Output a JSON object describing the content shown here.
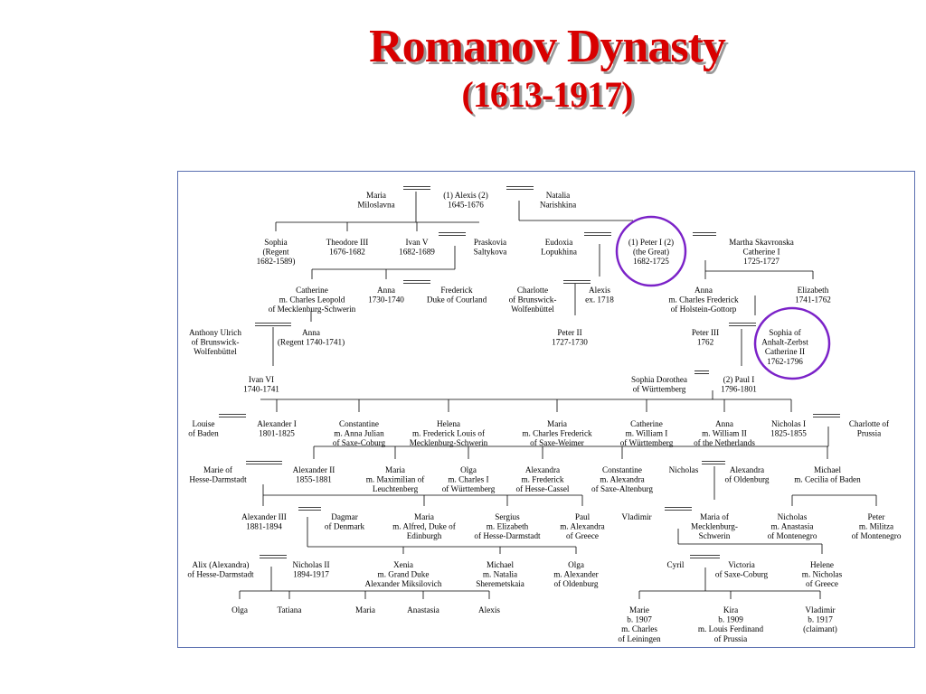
{
  "title": "Romanov Dynasty",
  "subtitle": "(1613-1917)",
  "colors": {
    "title": "#d80000",
    "ruler": "#d80000",
    "frame": "#5a6fb0",
    "highlight": "#7b22c8"
  },
  "nodes": [
    {
      "id": "maria_m",
      "lines": [
        {
          "t": "Maria"
        },
        {
          "t": "Miloslavna"
        }
      ]
    },
    {
      "id": "alexis",
      "lines": [
        {
          "t": "(1)  "
        },
        {
          "t": "Alexis",
          "r": 1
        },
        {
          "t": "  (2)"
        },
        {
          "t": "1645-1676"
        }
      ]
    },
    {
      "id": "natalia",
      "lines": [
        {
          "t": "Natalia"
        },
        {
          "t": "Narishkina"
        }
      ]
    },
    {
      "id": "sophia",
      "lines": [
        {
          "t": "Sophia"
        },
        {
          "t": "(Regent"
        },
        {
          "t": "1682-1589)"
        }
      ]
    },
    {
      "id": "theodore",
      "lines": [
        {
          "t": "Theodore III",
          "r": 1
        },
        {
          "t": "1676-1682"
        }
      ]
    },
    {
      "id": "ivanv",
      "lines": [
        {
          "t": "Ivan V",
          "r": 1
        },
        {
          "t": "1682-1689"
        }
      ]
    },
    {
      "id": "praskovia",
      "lines": [
        {
          "t": "Praskovia"
        },
        {
          "t": "Saltykova"
        }
      ]
    },
    {
      "id": "eudoxia",
      "lines": [
        {
          "t": "Eudoxia"
        },
        {
          "t": "Lopukhina"
        }
      ]
    },
    {
      "id": "peter1",
      "lines": [
        {
          "t": "(1)  "
        },
        {
          "t": "Peter I",
          "r": 1
        },
        {
          "t": "  (2)"
        },
        {
          "t": "(the Great)"
        },
        {
          "t": "1682-1725"
        }
      ]
    },
    {
      "id": "martha",
      "lines": [
        {
          "t": "Martha Skavronska"
        },
        {
          "t": "Catherine I",
          "r": 1
        },
        {
          "t": "1725-1727"
        }
      ]
    },
    {
      "id": "catherine_i",
      "lines": [
        {
          "t": "Catherine"
        },
        {
          "t": "m. Charles Leopold"
        },
        {
          "t": "of Mecklenburg-Schwerin"
        }
      ]
    },
    {
      "id": "anna_r",
      "lines": [
        {
          "t": "Anna",
          "r": 1
        },
        {
          "t": "1730-1740"
        }
      ]
    },
    {
      "id": "frederick",
      "lines": [
        {
          "t": "Frederick"
        },
        {
          "t": "Duke of Courland"
        }
      ]
    },
    {
      "id": "charlotte_b",
      "lines": [
        {
          "t": "Charlotte"
        },
        {
          "t": "of Brunswick-"
        },
        {
          "t": "Wolfenbüttel"
        }
      ]
    },
    {
      "id": "alexis_p",
      "lines": [
        {
          "t": "Alexis"
        },
        {
          "t": "ex. 1718"
        }
      ]
    },
    {
      "id": "anna_p",
      "lines": [
        {
          "t": "Anna"
        },
        {
          "t": "m. Charles Frederick"
        },
        {
          "t": "of Holstein-Gottorp"
        }
      ]
    },
    {
      "id": "elizabeth",
      "lines": [
        {
          "t": "Elizabeth",
          "r": 1
        },
        {
          "t": "1741-1762"
        }
      ]
    },
    {
      "id": "anthony",
      "lines": [
        {
          "t": "Anthony Ulrich"
        },
        {
          "t": "of Brunswick-"
        },
        {
          "t": "Wolfenbüttel"
        }
      ]
    },
    {
      "id": "anna_leo",
      "lines": [
        {
          "t": "Anna"
        },
        {
          "t": "(Regent 1740-1741)"
        }
      ]
    },
    {
      "id": "peter2",
      "lines": [
        {
          "t": "Peter II",
          "r": 1
        },
        {
          "t": "1727-1730"
        }
      ]
    },
    {
      "id": "peter3",
      "lines": [
        {
          "t": "Peter III",
          "r": 1
        },
        {
          "t": "1762"
        }
      ]
    },
    {
      "id": "sophia_az",
      "lines": [
        {
          "t": "Sophia of"
        },
        {
          "t": "Anhalt-Zerbst"
        },
        {
          "t": "Catherine II",
          "r": 1
        },
        {
          "t": "1762-1796"
        }
      ]
    },
    {
      "id": "ivan6",
      "lines": [
        {
          "t": "Ivan VI",
          "r": 1
        },
        {
          "t": "1740-1741"
        }
      ]
    },
    {
      "id": "sophia_d",
      "lines": [
        {
          "t": "Sophia Dorothea"
        },
        {
          "t": "of Württemberg"
        }
      ]
    },
    {
      "id": "paul1",
      "lines": [
        {
          "t": "(2)  "
        },
        {
          "t": "Paul I",
          "r": 1
        },
        {
          "t": "1796-1801"
        }
      ]
    },
    {
      "id": "louise",
      "lines": [
        {
          "t": "Louise"
        },
        {
          "t": "of Baden"
        }
      ]
    },
    {
      "id": "alex1",
      "lines": [
        {
          "t": "Alexander I",
          "r": 1
        },
        {
          "t": "1801-1825"
        }
      ]
    },
    {
      "id": "constantine",
      "lines": [
        {
          "t": "Constantine"
        },
        {
          "t": "m. Anna Julian"
        },
        {
          "t": "of Saxe-Coburg"
        }
      ]
    },
    {
      "id": "helena",
      "lines": [
        {
          "t": "Helena"
        },
        {
          "t": "m. Frederick Louis of"
        },
        {
          "t": "Mecklenburg-Schwerin"
        }
      ]
    },
    {
      "id": "maria_p",
      "lines": [
        {
          "t": "Maria"
        },
        {
          "t": "m. Charles Frederick"
        },
        {
          "t": "of Saxe-Weimer"
        }
      ]
    },
    {
      "id": "catherine_p",
      "lines": [
        {
          "t": "Catherine"
        },
        {
          "t": "m. William I"
        },
        {
          "t": "of Württemberg"
        }
      ]
    },
    {
      "id": "anna_pp",
      "lines": [
        {
          "t": "Anna"
        },
        {
          "t": "m. William II"
        },
        {
          "t": "of the Netherlands"
        }
      ]
    },
    {
      "id": "nicholas1",
      "lines": [
        {
          "t": "Nicholas I",
          "r": 1
        },
        {
          "t": "1825-1855"
        }
      ]
    },
    {
      "id": "charlotte_pr",
      "lines": [
        {
          "t": "Charlotte of"
        },
        {
          "t": "Prussia"
        }
      ]
    },
    {
      "id": "marie_hd",
      "lines": [
        {
          "t": "Marie of"
        },
        {
          "t": "Hesse-Darmstadt"
        }
      ]
    },
    {
      "id": "alex2",
      "lines": [
        {
          "t": "Alexander II",
          "r": 1
        },
        {
          "t": "1855-1881"
        }
      ]
    },
    {
      "id": "maria_n",
      "lines": [
        {
          "t": "Maria"
        },
        {
          "t": "m. Maximilian of"
        },
        {
          "t": "Leuchtenberg"
        }
      ]
    },
    {
      "id": "olga_n",
      "lines": [
        {
          "t": "Olga"
        },
        {
          "t": "m. Charles I"
        },
        {
          "t": "of Württemberg"
        }
      ]
    },
    {
      "id": "alexandra_n",
      "lines": [
        {
          "t": "Alexandra"
        },
        {
          "t": "m. Frederick"
        },
        {
          "t": "of Hesse-Cassel"
        }
      ]
    },
    {
      "id": "constantine_n",
      "lines": [
        {
          "t": "Constantine"
        },
        {
          "t": "m. Alexandra"
        },
        {
          "t": "of Saxe-Altenburg"
        }
      ]
    },
    {
      "id": "nicholas_n",
      "lines": [
        {
          "t": "Nicholas"
        }
      ]
    },
    {
      "id": "alexandra_o",
      "lines": [
        {
          "t": "Alexandra"
        },
        {
          "t": "of Oldenburg"
        }
      ]
    },
    {
      "id": "michael_n",
      "lines": [
        {
          "t": "Michael"
        },
        {
          "t": "m. Cecilia of Baden"
        }
      ]
    },
    {
      "id": "alex3",
      "lines": [
        {
          "t": "Alexander III",
          "r": 1
        },
        {
          "t": "1881-1894"
        }
      ]
    },
    {
      "id": "dagmar",
      "lines": [
        {
          "t": "Dagmar"
        },
        {
          "t": "of Denmark"
        }
      ]
    },
    {
      "id": "maria_a",
      "lines": [
        {
          "t": "Maria"
        },
        {
          "t": "m. Alfred, Duke of"
        },
        {
          "t": "Edinburgh"
        }
      ]
    },
    {
      "id": "sergius",
      "lines": [
        {
          "t": "Sergius"
        },
        {
          "t": "m. Elizabeth"
        },
        {
          "t": "of Hesse-Darmstadt"
        }
      ]
    },
    {
      "id": "paul_a",
      "lines": [
        {
          "t": "Paul"
        },
        {
          "t": "m. Alexandra"
        },
        {
          "t": "of Greece"
        }
      ]
    },
    {
      "id": "vladimir_a",
      "lines": [
        {
          "t": "Vladimir"
        }
      ]
    },
    {
      "id": "maria_mk",
      "lines": [
        {
          "t": "Maria of"
        },
        {
          "t": "Mecklenburg-"
        },
        {
          "t": "Schwerin"
        }
      ]
    },
    {
      "id": "nicholas_an",
      "lines": [
        {
          "t": "Nicholas"
        },
        {
          "t": "m. Anastasia"
        },
        {
          "t": "of Montenegro"
        }
      ]
    },
    {
      "id": "peter_mi",
      "lines": [
        {
          "t": "Peter"
        },
        {
          "t": "m. Militza"
        },
        {
          "t": "of Montenegro"
        }
      ]
    },
    {
      "id": "alix",
      "lines": [
        {
          "t": "Alix (Alexandra)"
        },
        {
          "t": "of Hesse-Darmstadt"
        }
      ]
    },
    {
      "id": "nicholas2",
      "lines": [
        {
          "t": "Nicholas II",
          "r": 1
        },
        {
          "t": "1894-1917"
        }
      ]
    },
    {
      "id": "xenia",
      "lines": [
        {
          "t": "Xenia"
        },
        {
          "t": "m. Grand Duke"
        },
        {
          "t": "Alexander Miksilovich"
        }
      ]
    },
    {
      "id": "michael_ns",
      "lines": [
        {
          "t": "Michael"
        },
        {
          "t": "m. Natalia"
        },
        {
          "t": "Sheremetskaia"
        }
      ]
    },
    {
      "id": "olga_ao",
      "lines": [
        {
          "t": "Olga"
        },
        {
          "t": "m. Alexander"
        },
        {
          "t": "of Oldenburg"
        }
      ]
    },
    {
      "id": "cyril",
      "lines": [
        {
          "t": "Cyril"
        }
      ]
    },
    {
      "id": "victoria",
      "lines": [
        {
          "t": "Victoria"
        },
        {
          "t": "of Saxe-Coburg"
        }
      ]
    },
    {
      "id": "helene",
      "lines": [
        {
          "t": "Helene"
        },
        {
          "t": "m. Nicholas"
        },
        {
          "t": "of Greece"
        }
      ]
    },
    {
      "id": "olga_c",
      "lines": [
        {
          "t": "Olga"
        }
      ]
    },
    {
      "id": "tatiana",
      "lines": [
        {
          "t": "Tatiana"
        }
      ]
    },
    {
      "id": "maria_c",
      "lines": [
        {
          "t": "Maria"
        }
      ]
    },
    {
      "id": "anastasia_c",
      "lines": [
        {
          "t": "Anastasia"
        }
      ]
    },
    {
      "id": "alexis_c",
      "lines": [
        {
          "t": "Alexis"
        }
      ]
    },
    {
      "id": "marie_c",
      "lines": [
        {
          "t": "Marie"
        },
        {
          "t": "b. 1907"
        },
        {
          "t": "m. Charles"
        },
        {
          "t": "of Leiningen"
        }
      ]
    },
    {
      "id": "kira",
      "lines": [
        {
          "t": "Kira"
        },
        {
          "t": "b. 1909"
        },
        {
          "t": "m. Louis Ferdinand"
        },
        {
          "t": "of Prussia"
        }
      ]
    },
    {
      "id": "vladimir_c",
      "lines": [
        {
          "t": "Vladimir"
        },
        {
          "t": "b. 1917"
        },
        {
          "t": "(claimant)",
          "c": 1
        }
      ]
    }
  ]
}
